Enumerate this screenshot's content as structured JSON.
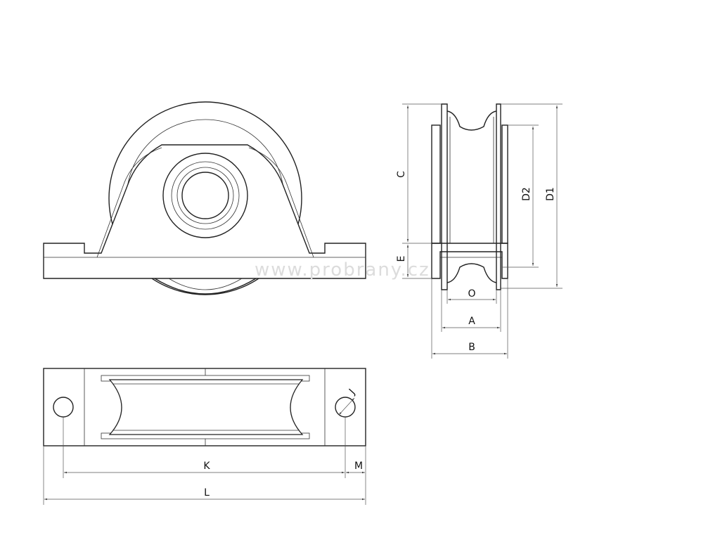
{
  "watermark": "www.probrany.cz",
  "dimensions": {
    "C": "C",
    "E": "E",
    "D2": "D2",
    "D1": "D1",
    "O": "O",
    "A": "A",
    "B": "B",
    "K": "K",
    "M": "M",
    "L": "L",
    "J": "J"
  }
}
